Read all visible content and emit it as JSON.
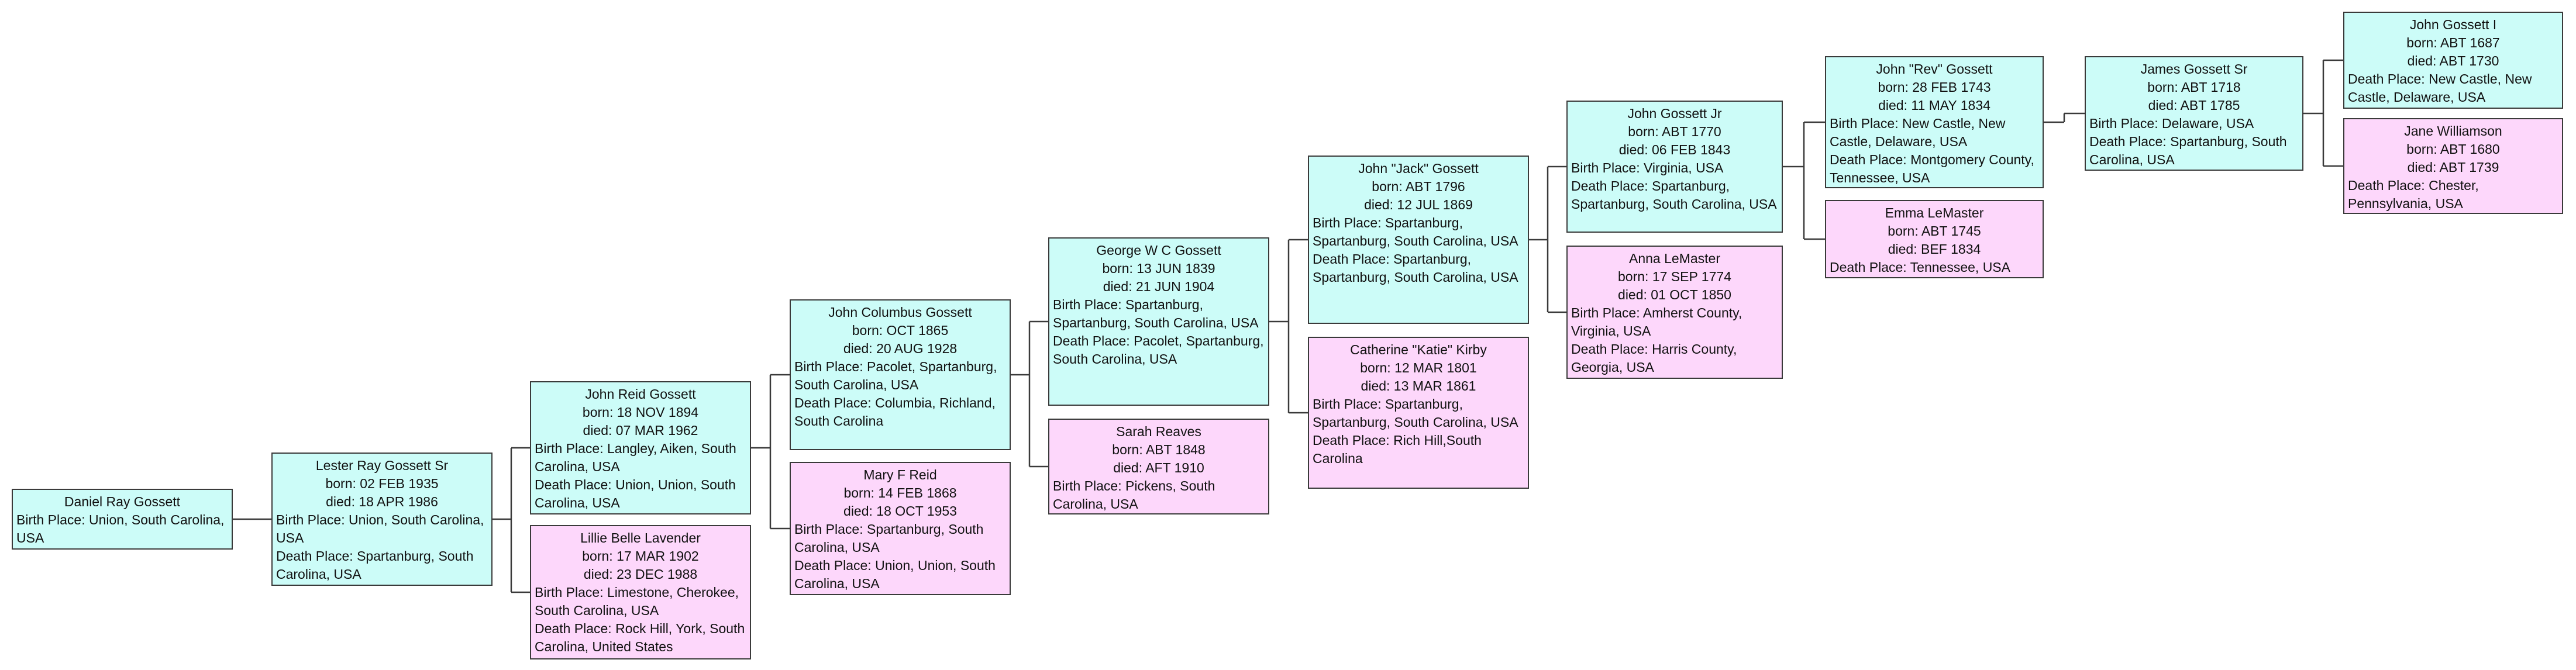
{
  "colors": {
    "male_bg": "#ccfcf8",
    "female_bg": "#fdd7fb",
    "border": "#3a3a3a"
  },
  "people": [
    {
      "id": "p0",
      "sex": "male",
      "name": "Daniel Ray Gossett",
      "born": "",
      "died": "",
      "birth": "Birth Place: Union, South Carolina, USA",
      "death": ""
    },
    {
      "id": "p1",
      "sex": "male",
      "name": "Lester Ray Gossett Sr",
      "born": "born: 02 FEB 1935",
      "died": "died: 18 APR 1986",
      "birth": "Birth Place: Union, South Carolina, USA",
      "death": "Death Place: Spartanburg, South Carolina, USA"
    },
    {
      "id": "p2",
      "sex": "male",
      "name": "John Reid Gossett",
      "born": "born: 18 NOV 1894",
      "died": "died: 07 MAR 1962",
      "birth": "Birth Place: Langley, Aiken, South Carolina, USA",
      "death": "Death Place: Union, Union, South Carolina, USA"
    },
    {
      "id": "p3",
      "sex": "female",
      "name": "Lillie Belle Lavender",
      "born": "born: 17 MAR 1902",
      "died": "died: 23 DEC 1988",
      "birth": "Birth Place: Limestone, Cherokee, South Carolina, USA",
      "death": "Death Place: Rock Hill, York, South Carolina, United States"
    },
    {
      "id": "p4",
      "sex": "male",
      "name": "John Columbus Gossett",
      "born": "born: OCT 1865",
      "died": "died: 20 AUG 1928",
      "birth": "Birth Place: Pacolet, Spartanburg, South Carolina, USA",
      "death": "Death Place: Columbia, Richland, South Carolina"
    },
    {
      "id": "p5",
      "sex": "female",
      "name": "Mary F Reid",
      "born": "born: 14 FEB 1868",
      "died": "died: 18 OCT 1953",
      "birth": "Birth Place: Spartanburg, South Carolina, USA",
      "death": "Death Place: Union, Union, South Carolina, USA"
    },
    {
      "id": "p6",
      "sex": "male",
      "name": "George W C Gossett",
      "born": "born: 13 JUN 1839",
      "died": "died: 21 JUN 1904",
      "birth": "Birth Place: Spartanburg, Spartanburg, South Carolina, USA",
      "death": "Death Place: Pacolet, Spartanburg, South Carolina, USA"
    },
    {
      "id": "p7",
      "sex": "female",
      "name": "Sarah Reaves",
      "born": "born: ABT 1848",
      "died": "died: AFT 1910",
      "birth": "Birth Place: Pickens, South Carolina, USA",
      "death": ""
    },
    {
      "id": "p8",
      "sex": "male",
      "name": "John \"Jack\" Gossett",
      "born": "born: ABT 1796",
      "died": "died: 12 JUL 1869",
      "birth": "Birth Place: Spartanburg, Spartanburg, South Carolina, USA",
      "death": "Death Place: Spartanburg, Spartanburg, South Carolina, USA"
    },
    {
      "id": "p9",
      "sex": "female",
      "name": "Catherine \"Katie\" Kirby",
      "born": "born: 12 MAR 1801",
      "died": "died: 13 MAR 1861",
      "birth": "Birth Place: Spartanburg, Spartanburg, South Carolina, USA",
      "death": "Death Place: Rich Hill,South Carolina"
    },
    {
      "id": "p10",
      "sex": "male",
      "name": "John Gossett Jr",
      "born": "born: ABT 1770",
      "died": "died: 06 FEB 1843",
      "birth": "Birth Place: Virginia, USA",
      "death": "Death Place: Spartanburg, Spartanburg, South Carolina, USA"
    },
    {
      "id": "p11",
      "sex": "female",
      "name": "Anna LeMaster",
      "born": "born: 17 SEP 1774",
      "died": "died: 01 OCT 1850",
      "birth": "Birth Place: Amherst County, Virginia, USA",
      "death": "Death Place: Harris County, Georgia, USA"
    },
    {
      "id": "p12",
      "sex": "male",
      "name": "John \"Rev\" Gossett",
      "born": "born: 28 FEB 1743",
      "died": "died: 11 MAY 1834",
      "birth": "Birth Place: New Castle, New Castle, Delaware, USA",
      "death": "Death Place: Montgomery County, Tennessee, USA"
    },
    {
      "id": "p13",
      "sex": "female",
      "name": "Emma LeMaster",
      "born": "born: ABT 1745",
      "died": "died: BEF 1834",
      "birth": "",
      "death": "Death Place: Tennessee, USA"
    },
    {
      "id": "p14",
      "sex": "male",
      "name": "James Gossett Sr",
      "born": "born: ABT 1718",
      "died": "died: ABT 1785",
      "birth": "Birth Place: Delaware, USA",
      "death": "Death Place: Spartanburg, South Carolina, USA"
    },
    {
      "id": "p15",
      "sex": "male",
      "name": "John Gossett I",
      "born": "born: ABT 1687",
      "died": "died: ABT 1730",
      "birth": "",
      "death": "Death Place: New Castle, New Castle, Delaware, USA"
    },
    {
      "id": "p16",
      "sex": "female",
      "name": "Jane Williamson",
      "born": "born: ABT 1680",
      "died": "died: ABT 1739",
      "birth": "",
      "death": "Death Place: Chester, Pennsylvania, USA"
    }
  ]
}
